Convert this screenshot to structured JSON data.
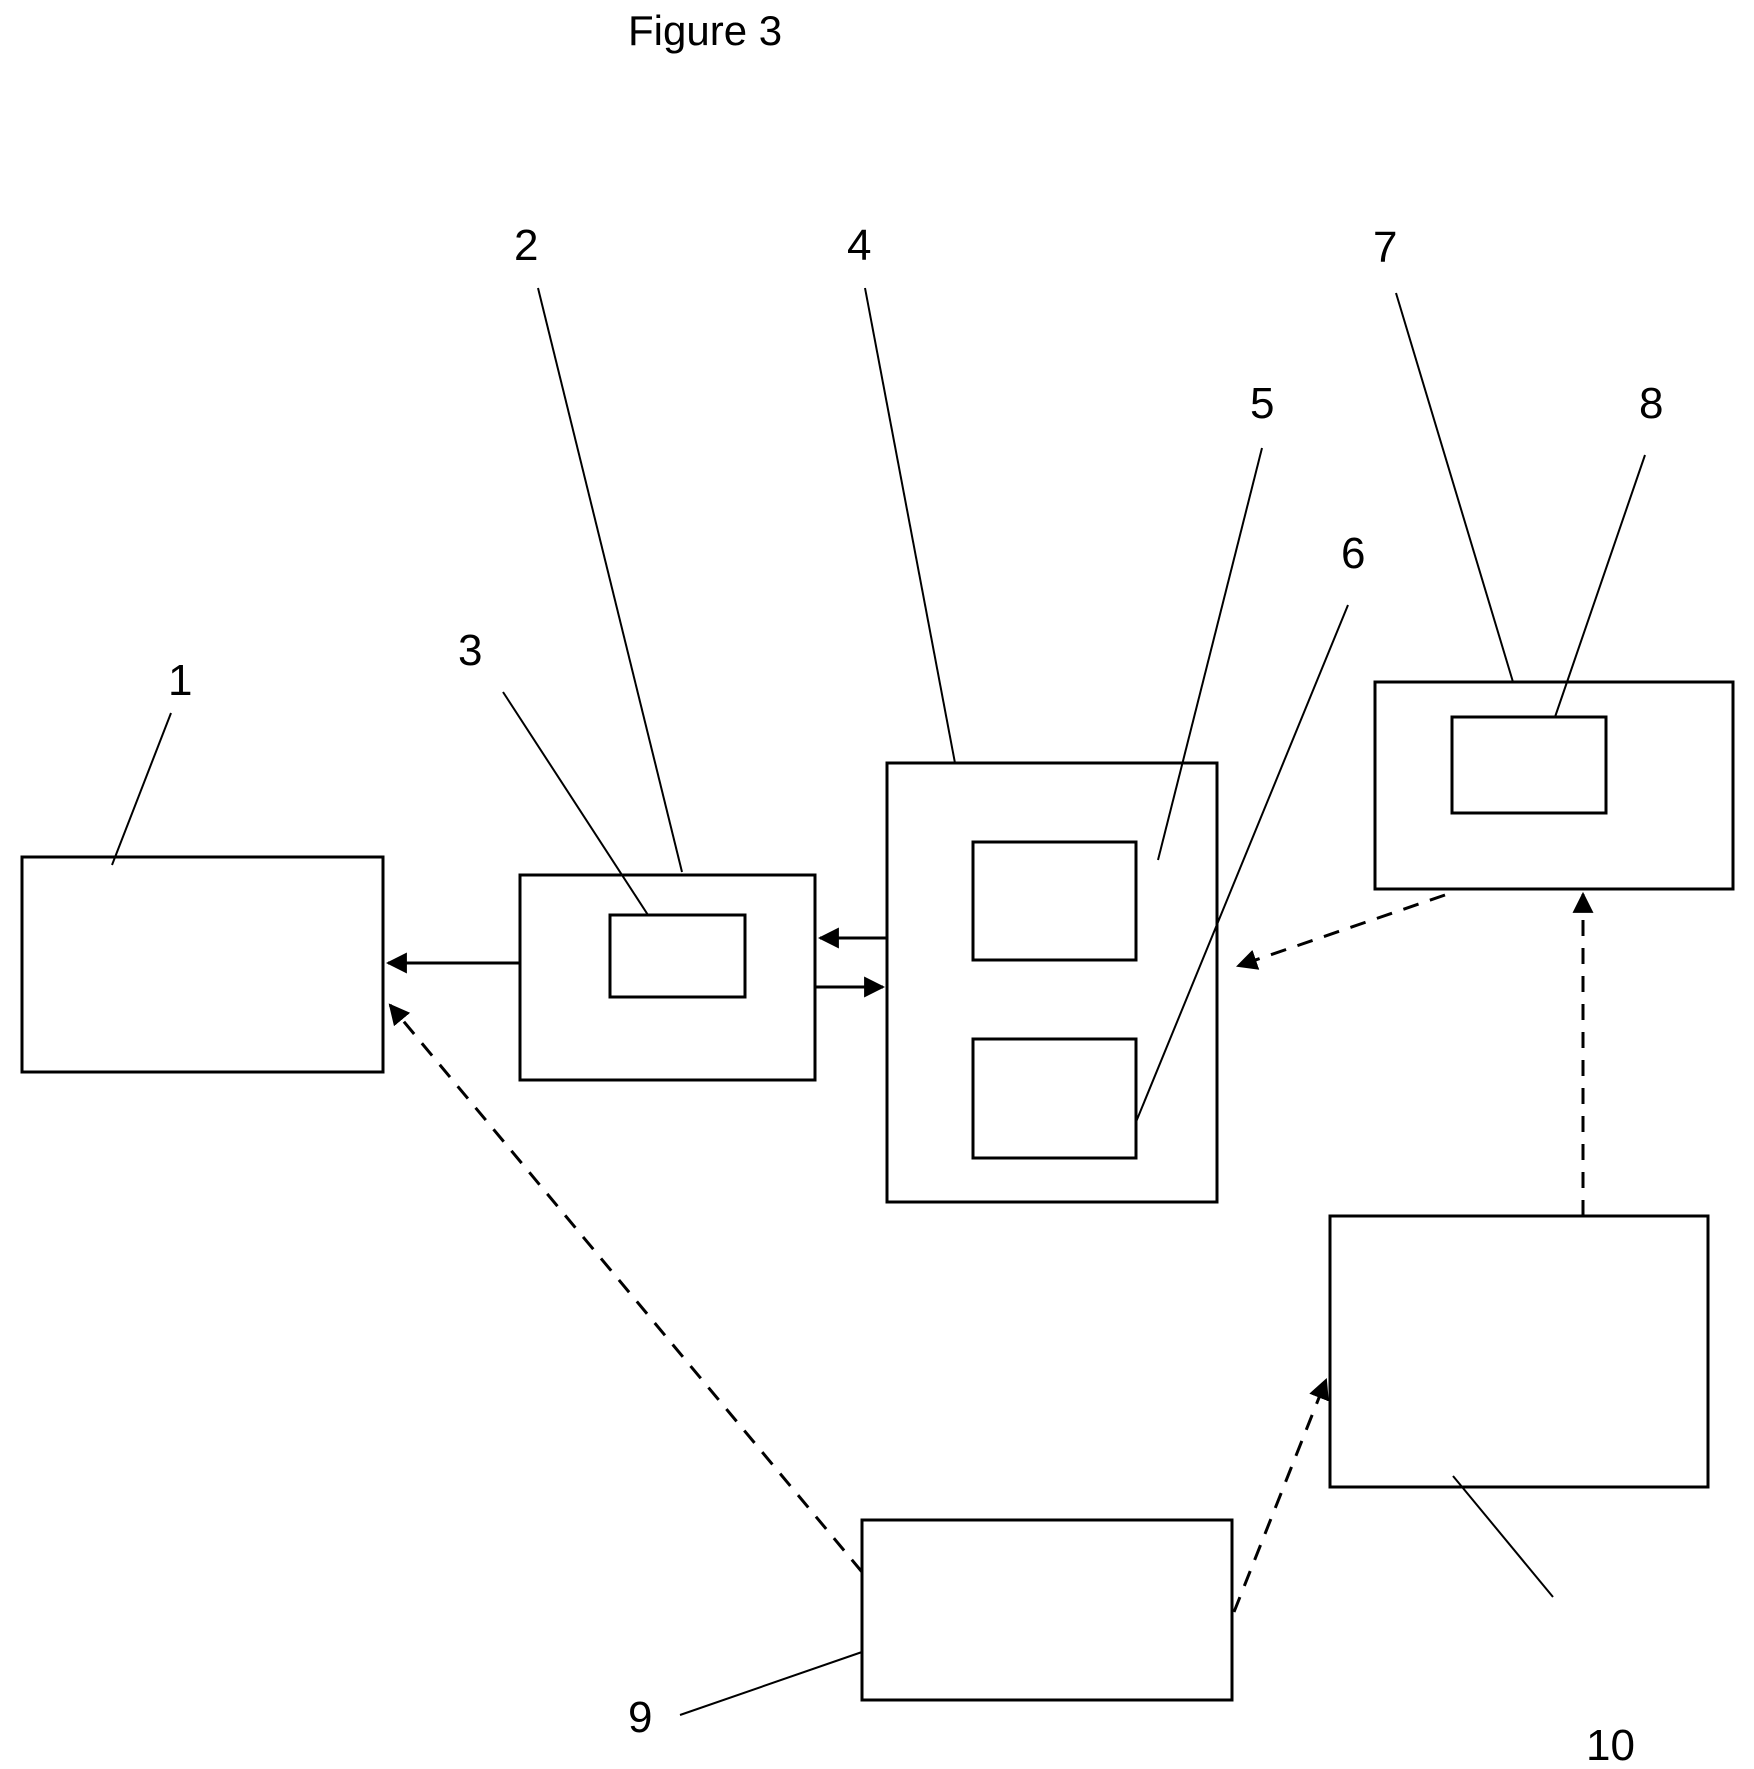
{
  "figure": {
    "title": "Figure 3",
    "stroke_color": "#000000",
    "background_color": "#ffffff"
  },
  "components": [
    {
      "id": "1",
      "label": "1",
      "contained_in": null
    },
    {
      "id": "2",
      "label": "2",
      "contained_in": null
    },
    {
      "id": "3",
      "label": "3",
      "contained_in": "2"
    },
    {
      "id": "4",
      "label": "4",
      "contained_in": null
    },
    {
      "id": "5",
      "label": "5",
      "contained_in": "4"
    },
    {
      "id": "6",
      "label": "6",
      "contained_in": "4"
    },
    {
      "id": "7",
      "label": "7",
      "contained_in": null
    },
    {
      "id": "8",
      "label": "8",
      "contained_in": "7"
    },
    {
      "id": "9",
      "label": "9",
      "contained_in": null
    },
    {
      "id": "10",
      "label": "10",
      "contained_in": null
    }
  ],
  "connections": [
    {
      "from": "2",
      "to": "1",
      "style": "solid"
    },
    {
      "from": "4",
      "to": "2",
      "style": "solid"
    },
    {
      "from": "2",
      "to": "4",
      "style": "solid"
    },
    {
      "from": "7",
      "to": "4",
      "style": "dashed"
    },
    {
      "from": "10",
      "to": "7",
      "style": "dashed"
    },
    {
      "from": "9",
      "to": "10",
      "style": "dashed"
    },
    {
      "from": "9",
      "to": "1",
      "style": "dashed"
    }
  ]
}
